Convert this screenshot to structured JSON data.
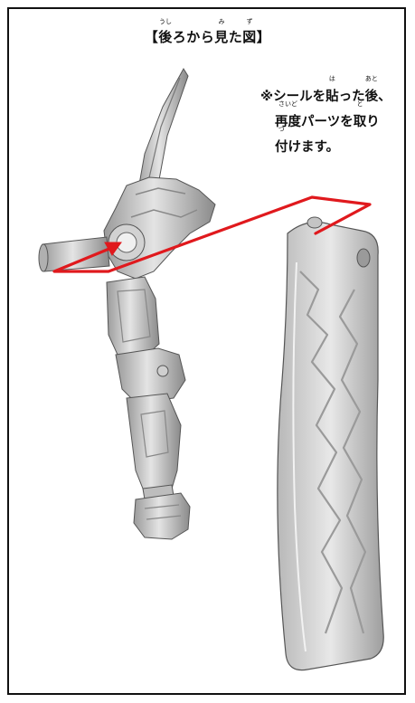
{
  "title": {
    "open": "【",
    "w1": "後",
    "w1_ruby": "うし",
    "w2": "ろから",
    "w3": "見",
    "w3_ruby": "み",
    "w4": "た",
    "w5": "図",
    "w5_ruby": "ず",
    "close": "】"
  },
  "note": {
    "l1_a": "※シールを",
    "l1_b": "貼",
    "l1_b_ruby": "は",
    "l1_c": "った",
    "l1_d": "後",
    "l1_d_ruby": "あと",
    "l1_e": "、",
    "l2_a": "再度",
    "l2_a_ruby": "さいど",
    "l2_b": "パーツを",
    "l2_c": "取",
    "l2_c_ruby": "と",
    "l2_d": "り",
    "l3_a": "付",
    "l3_a_ruby": "つ",
    "l3_b": "けます。"
  },
  "colors": {
    "arrow": "#e0191d",
    "part_fill": "#c9c9c9",
    "part_shade": "#8e8e8e",
    "part_light": "#ececec",
    "outline": "#555555",
    "border": "#111111"
  }
}
